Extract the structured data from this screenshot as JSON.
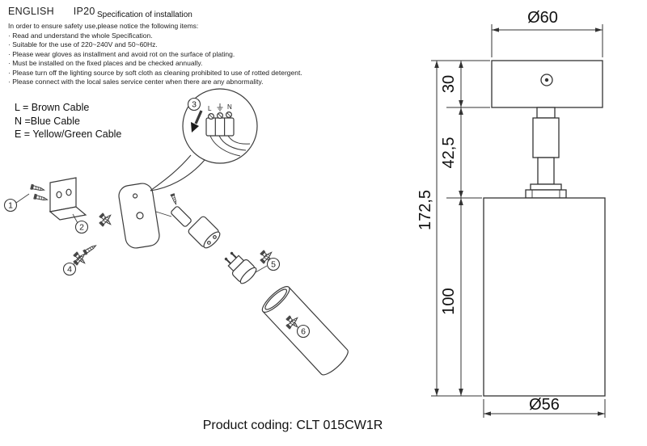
{
  "header": {
    "language": "ENGLISH",
    "ip_rating": "IP20"
  },
  "spec": {
    "title": "Specification of installation",
    "intro": "In order to ensure safety use,please notice the following items:",
    "items": [
      "· Read and understand the whole Specification.",
      "· Suitable for the use of 220~240V and 50~60Hz.",
      "· Please wear gloves as installment and avoid rot on the surface of plating.",
      "· Must be installed on the fixed places and be checked annually.",
      "· Please turn off the lighting source by soft cloth as cleaning prohibited to use of rotted detergent.",
      "· Please connect with the local sales service center when there are any abnormality."
    ]
  },
  "legend": {
    "l": "L = Brown Cable",
    "n": "N =Blue Cable",
    "e": "E = Yellow/Green Cable"
  },
  "diagram": {
    "balloons": [
      "1",
      "2",
      "3",
      "4",
      "5",
      "6"
    ],
    "terminals": {
      "l": "L",
      "n": "N"
    }
  },
  "dimensions": {
    "top_diameter": "Ø60",
    "canopy_height": "30",
    "stem_height": "42,5",
    "total_height": "172,5",
    "body_height": "100",
    "bottom_diameter": "Ø56"
  },
  "footer": {
    "product_coding": "Product coding: CLT 015CW1R"
  }
}
